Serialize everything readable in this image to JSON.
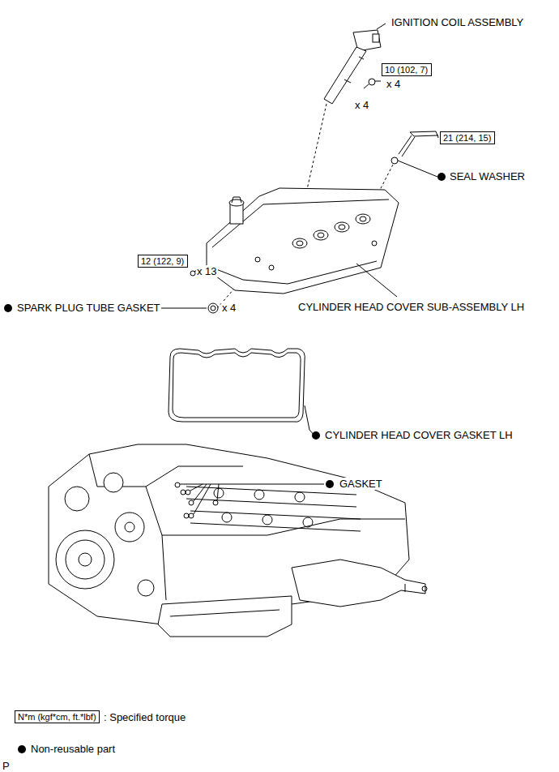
{
  "diagram": {
    "nodes": [
      {
        "text": [
          "10 (102, 7)"
        ]
      },
      {
        "text": [
          "21 (214, 15)"
        ]
      },
      {
        "text": [
          "12 (122, 9)"
        ]
      },
      {
        "text": [
          "N*m (kgf*cm, ft.*lbf)"
        ]
      }
    ],
    "labels": [
      "IGNITION COIL ASSEMBLY",
      "x 4",
      "x 4",
      "SEAL WASHER",
      "x 13",
      "SPARK PLUG TUBE GASKET",
      "x 4",
      "CYLINDER HEAD COVER SUB-ASSEMBLY LH",
      "CYLINDER HEAD COVER GASKET LH",
      "GASKET",
      "P"
    ],
    "legend": [
      {
        "text": ": Specified torque"
      },
      {
        "text": "Non-reusable part"
      }
    ]
  }
}
